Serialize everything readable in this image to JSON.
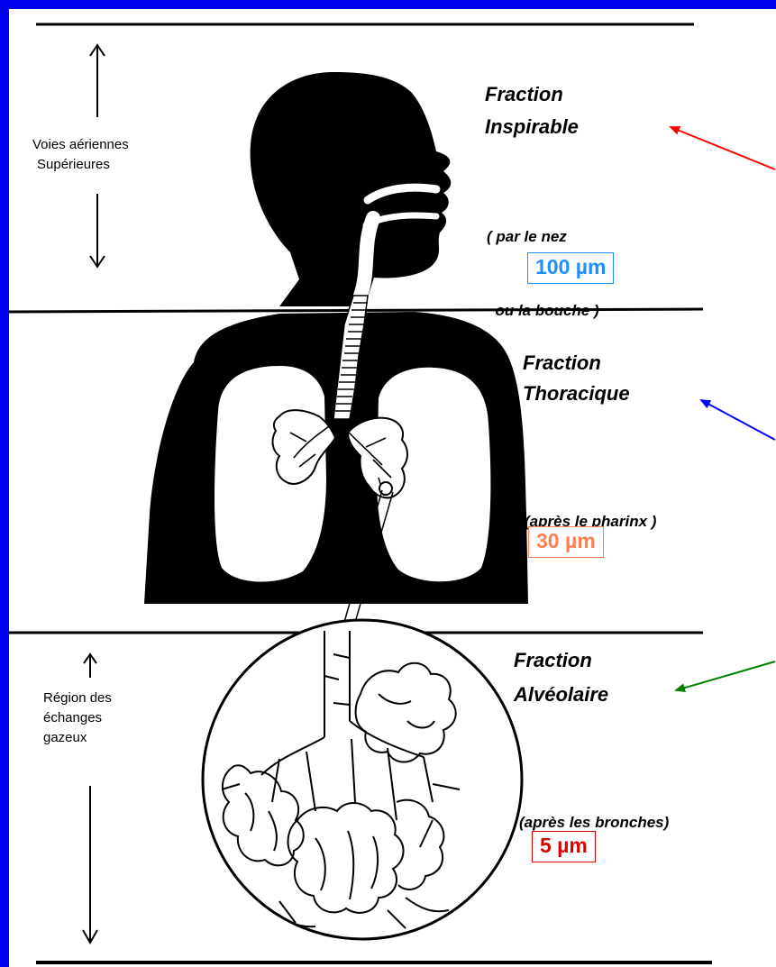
{
  "colors": {
    "frame": "#0000f0",
    "arrow_inspirable": "#ff0000",
    "arrow_thoracique": "#0000ff",
    "arrow_alveolaire": "#008000",
    "size_inspirable": "#1e90ff",
    "size_thoracique": "#ff7f50",
    "size_alveolaire": "#dd0000"
  },
  "left_labels": {
    "upper_airways": [
      "Voies aériennes",
      "Supérieures"
    ],
    "exchange_region": [
      "Région des",
      "échanges",
      "gazeux"
    ]
  },
  "fractions": [
    {
      "title": [
        "Fraction",
        "Inspirable"
      ],
      "note": [
        "( par le nez",
        "  ou la bouche )"
      ],
      "size": "100 µm"
    },
    {
      "title": [
        "Fraction",
        "Thoracique"
      ],
      "note": [
        "(après le pharinx )"
      ],
      "size": "30 µm"
    },
    {
      "title": [
        "Fraction",
        "Alvéolaire"
      ],
      "note": [
        "(après les bronches)"
      ],
      "size": "5 µm"
    }
  ],
  "icons": [
    "human-respiratory-silhouette-icon",
    "trachea-icon",
    "bronchi-icon",
    "alveoli-magnified-icon"
  ]
}
